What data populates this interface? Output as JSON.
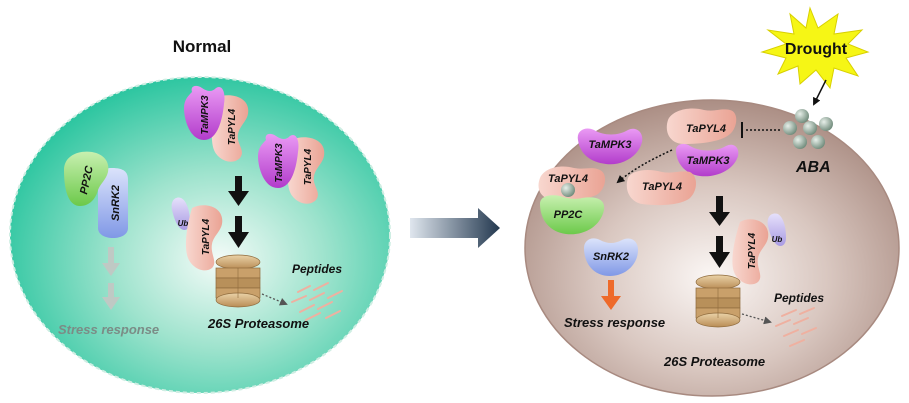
{
  "panels": {
    "normal": {
      "title": "Normal",
      "pp2c": "PP2C",
      "snrk2": "SnRK2",
      "tampk3": "TaMPK3",
      "tapyl4": "TaPYL4",
      "ub": "Ub",
      "peptides": "Peptides",
      "proteasome": "26S Proteasome",
      "stress": "Stress response"
    },
    "drought": {
      "title": "Drought",
      "aba": "ABA",
      "tampk3": "TaMPK3",
      "tapyl4": "TaPYL4",
      "pp2c": "PP2C",
      "snrk2": "SnRK2",
      "ub": "Ub",
      "peptides": "Peptides",
      "proteasome": "26S Proteasome",
      "stress": "Stress response"
    }
  },
  "colors": {
    "normal_cell": "#2fc8a2",
    "drought_cell": "#b0958c",
    "tampk3": "#c14fd6",
    "tapyl4": "#f2b3a6",
    "pp2c": "#7fd35b",
    "snrk2": "#8fa7ee",
    "burst": "#f4f41a",
    "stress_arrow_active": "#ee6a2a"
  }
}
